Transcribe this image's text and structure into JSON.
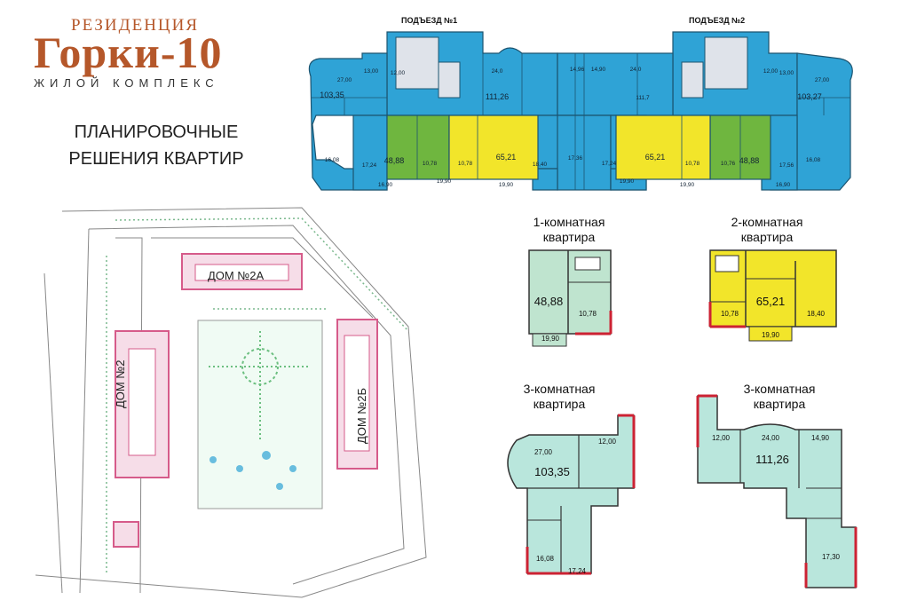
{
  "brand": {
    "line1": "РЕЗИДЕНЦИЯ",
    "name": "Горки-10",
    "line2": "ЖИЛОЙ КОМПЛЕКС"
  },
  "heading": {
    "line1": "ПЛАНИРОВОЧНЫЕ",
    "line2": "РЕШЕНИЯ КВАРТИР"
  },
  "entrances": [
    "ПОДЪЕЗД №1",
    "ПОДЪЕЗД №2"
  ],
  "floor_labels": [
    "13,00",
    "12,00",
    "24,0",
    "14,96",
    "14,90",
    "24,0",
    "12,00",
    "13,00",
    "103,35",
    "111,26",
    "111,7",
    "103,27",
    "27,00",
    "27,00",
    "16,08",
    "17,24",
    "17,36",
    "48,88",
    "10,78",
    "10,78",
    "65,21",
    "18,40",
    "17,24",
    "65,21",
    "10,78",
    "10,76",
    "48,88",
    "17,56",
    "16,08",
    "19,90",
    "19,90",
    "19,90",
    "19,90",
    "16,90",
    "16,90"
  ],
  "houses": [
    "ДОМ №2А",
    "ДОМ №2",
    "ДОМ №2Б"
  ],
  "apartments": [
    {
      "title1": "1-комнатная",
      "title2": "квартира",
      "area": "48,88",
      "rooms": [
        "10,78",
        "19,90"
      ]
    },
    {
      "title1": "2-комнатная",
      "title2": "квартира",
      "area": "65,21",
      "rooms": [
        "10,78",
        "18,40",
        "19,90"
      ]
    },
    {
      "title1": "3-комнатная",
      "title2": "квартира",
      "area": "103,35",
      "rooms": [
        "27,00",
        "12,00",
        "16,08",
        "17,24"
      ]
    },
    {
      "title1": "3-комнатная",
      "title2": "квартира",
      "area": "111,26",
      "rooms": [
        "12,00",
        "24,00",
        "14,90",
        "17,30"
      ]
    }
  ],
  "colors": {
    "brand": "#b5572a",
    "blue": "#2fa3d6",
    "green": "#6fb63f",
    "yellow": "#f2e52a",
    "mint": "#b9e6dc",
    "wall": "#cc2233",
    "plan_pink": "#d65b8a"
  }
}
